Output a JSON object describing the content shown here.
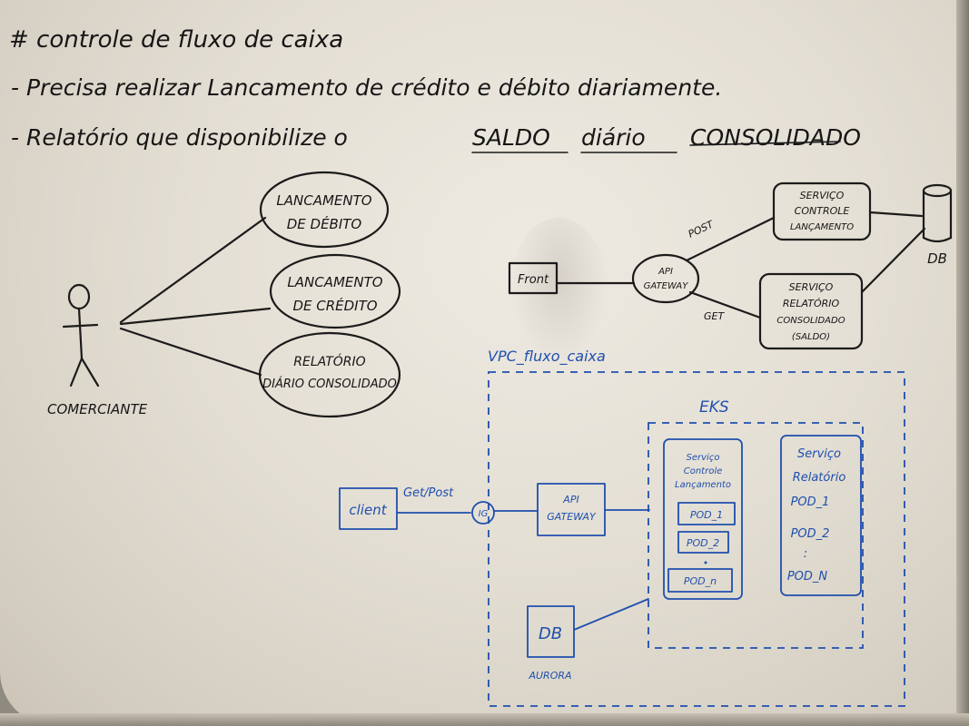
{
  "header": {
    "title": "# controle de fluxo de caixa",
    "req1": "- Precisa realizar Lancamento de crédito e débito diariamente.",
    "req2_prefix": "- Relatório que disponibilize o",
    "req2_saldo": "SALDO",
    "req2_diario": "diário",
    "req2_consolidado": "CONSOLIDADO"
  },
  "use_case": {
    "actor": "COMERCIANTE",
    "case1_line1": "LANCAMENTO",
    "case1_line2": "DE DÉBITO",
    "case2_line1": "LANCAMENTO",
    "case2_line2": "DE CRÉDITO",
    "case3_line1": "RELATÓRIO",
    "case3_line2": "DIÁRIO CONSOLIDADO"
  },
  "architecture": {
    "front": "Front",
    "gateway_line1": "API",
    "gateway_line2": "GATEWAY",
    "post_label": "POST",
    "get_label": "GET",
    "svc1_line1": "SERVIÇO",
    "svc1_line2": "CONTROLE",
    "svc1_line3": "LANÇAMENTO",
    "svc2_line1": "SERVIÇO",
    "svc2_line2": "RELATÓRIO",
    "svc2_line3": "CONSOLIDADO",
    "svc2_line4": "(SALDO)",
    "db": "DB"
  },
  "aws": {
    "vpc_label": "VPC_fluxo_caixa",
    "eks_label": "EKS",
    "client": "client",
    "get_post": "Get/Post",
    "ig": "IG",
    "api_line1": "API",
    "api_line2": "GATEWAY",
    "svc1_line1": "Serviço",
    "svc1_line2": "Controle",
    "svc1_line3": "Lançamento",
    "svc1_pod1": "POD_1",
    "svc1_pod2": "POD_2",
    "svc1_podn": "POD_n",
    "svc2_line1": "Serviço",
    "svc2_line2": "Relatório",
    "svc2_pod1": "POD_1",
    "svc2_pod2": "POD_2",
    "svc2_dots": ":",
    "svc2_podn": "POD_N",
    "db": "DB",
    "aurora": "AURORA"
  },
  "colors": {
    "black_ink": "#1b1b1b",
    "blue_ink": "#1f4fae",
    "board": "#e8e4db"
  }
}
